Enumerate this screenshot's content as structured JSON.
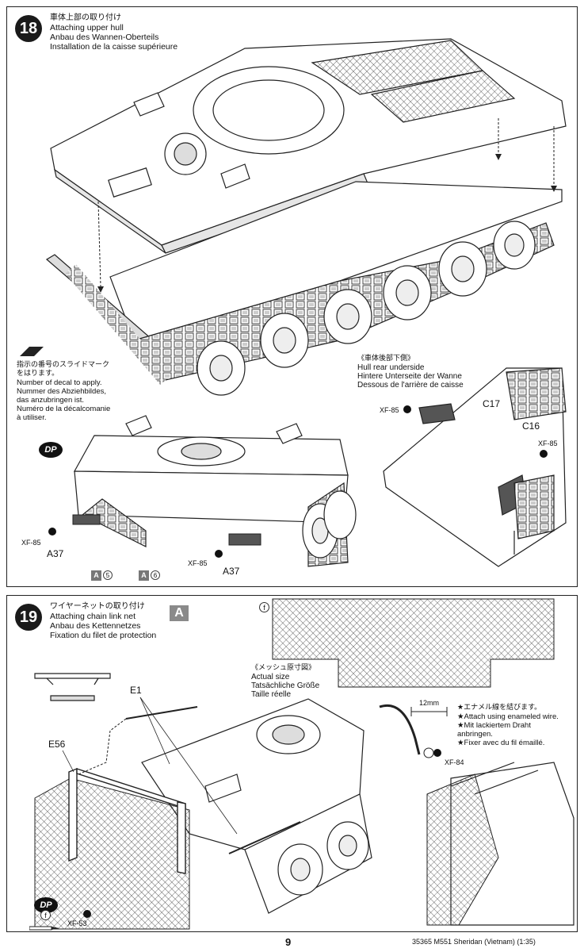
{
  "page": {
    "number": "9",
    "footer": "35365  M551 Sheridan (Vietnam) (1:35)"
  },
  "step18": {
    "number": "18",
    "title_jp": "車体上部の取り付け",
    "title_en": "Attaching upper hull",
    "title_de": "Anbau des Wannen-Oberteils",
    "title_fr": "Installation de la caisse supérieure",
    "decal_note": {
      "jp1": "指示の番号のスライドマーク",
      "jp2": "をはります。",
      "en": "Number of decal to apply.",
      "de1": "Nummer des Abziehbildes,",
      "de2": "das anzubringen ist.",
      "fr1": "Numéro de la décalcomanie",
      "fr2": "à utiliser."
    },
    "rear_view": {
      "title_jp": "《車体後部下側》",
      "title_en": "Hull rear underside",
      "title_de": "Hintere Unterseite der Wanne",
      "title_fr": "Dessous de l'arrière de caisse"
    },
    "parts": {
      "a37_left": "A37",
      "a37_right": "A37",
      "c17": "C17",
      "c16": "C16",
      "xf85_1": "XF-85",
      "xf85_2": "XF-85",
      "xf85_3": "XF-85",
      "xf85_4": "XF-85"
    },
    "decals": [
      {
        "sheet": "A",
        "number": "5"
      },
      {
        "sheet": "A",
        "number": "6"
      }
    ],
    "dp_label": "DP"
  },
  "step19": {
    "number": "19",
    "title_jp": "ワイヤーネットの取り付け",
    "title_en": "Attaching chain link net",
    "title_de": "Anbau des Kettennetzes",
    "title_fr": "Fixation du filet de protection",
    "sheet_tag": "A",
    "actual_size": {
      "jp": "《メッシュ原寸図》",
      "en": "Actual size",
      "de": "Tatsächliche Größe",
      "fr": "Taille réelle"
    },
    "mesh_label": "f",
    "wire_note": {
      "length": "12mm",
      "jp": "★エナメル線を結びます。",
      "en": "★Attach using enameled wire.",
      "de1": "★Mit lackiertem Draht",
      "de2": "anbringen.",
      "fr": "★Fixer avec du fil émaillé."
    },
    "parts": {
      "e1": "E1",
      "e56": "E56",
      "xf84": "XF-84",
      "xf53": "XF-53",
      "f_small": "f"
    },
    "dp_label": "DP"
  },
  "icons": [
    "slide-decal-icon",
    "paint-drop-icon",
    "dp-tool-icon",
    "hobby-knife-icon",
    "wire-spool-icon"
  ]
}
